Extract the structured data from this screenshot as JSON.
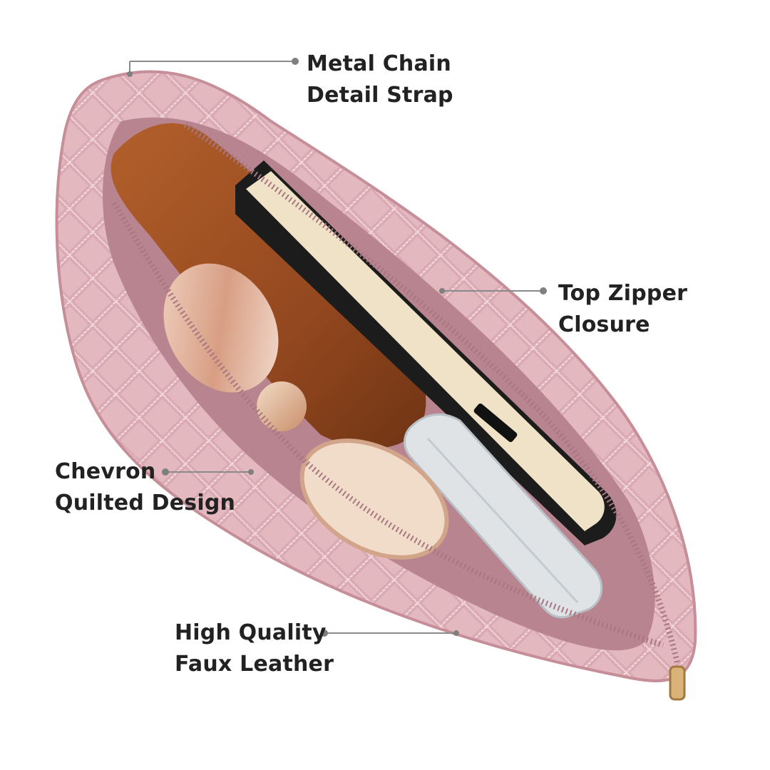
{
  "callouts": [
    {
      "id": "metal-chain",
      "lines": [
        "Metal Chain",
        "Detail Strap"
      ]
    },
    {
      "id": "top-zipper",
      "lines": [
        "Top Zipper",
        "Closure"
      ]
    },
    {
      "id": "chevron",
      "lines": [
        "Chevron",
        "Quilted Design"
      ]
    },
    {
      "id": "faux-leather",
      "lines": [
        "High Quality",
        "Faux Leather"
      ]
    }
  ],
  "colors": {
    "bag_pink": "#e2b6bd",
    "bag_shadow": "#c98f99",
    "lining": "#b88590",
    "leather_brown": "#9a4e22",
    "book_cream": "#efe2c6",
    "wallet_gray": "#dfe3e6",
    "gold": "#c9a46b",
    "text": "#222222"
  }
}
